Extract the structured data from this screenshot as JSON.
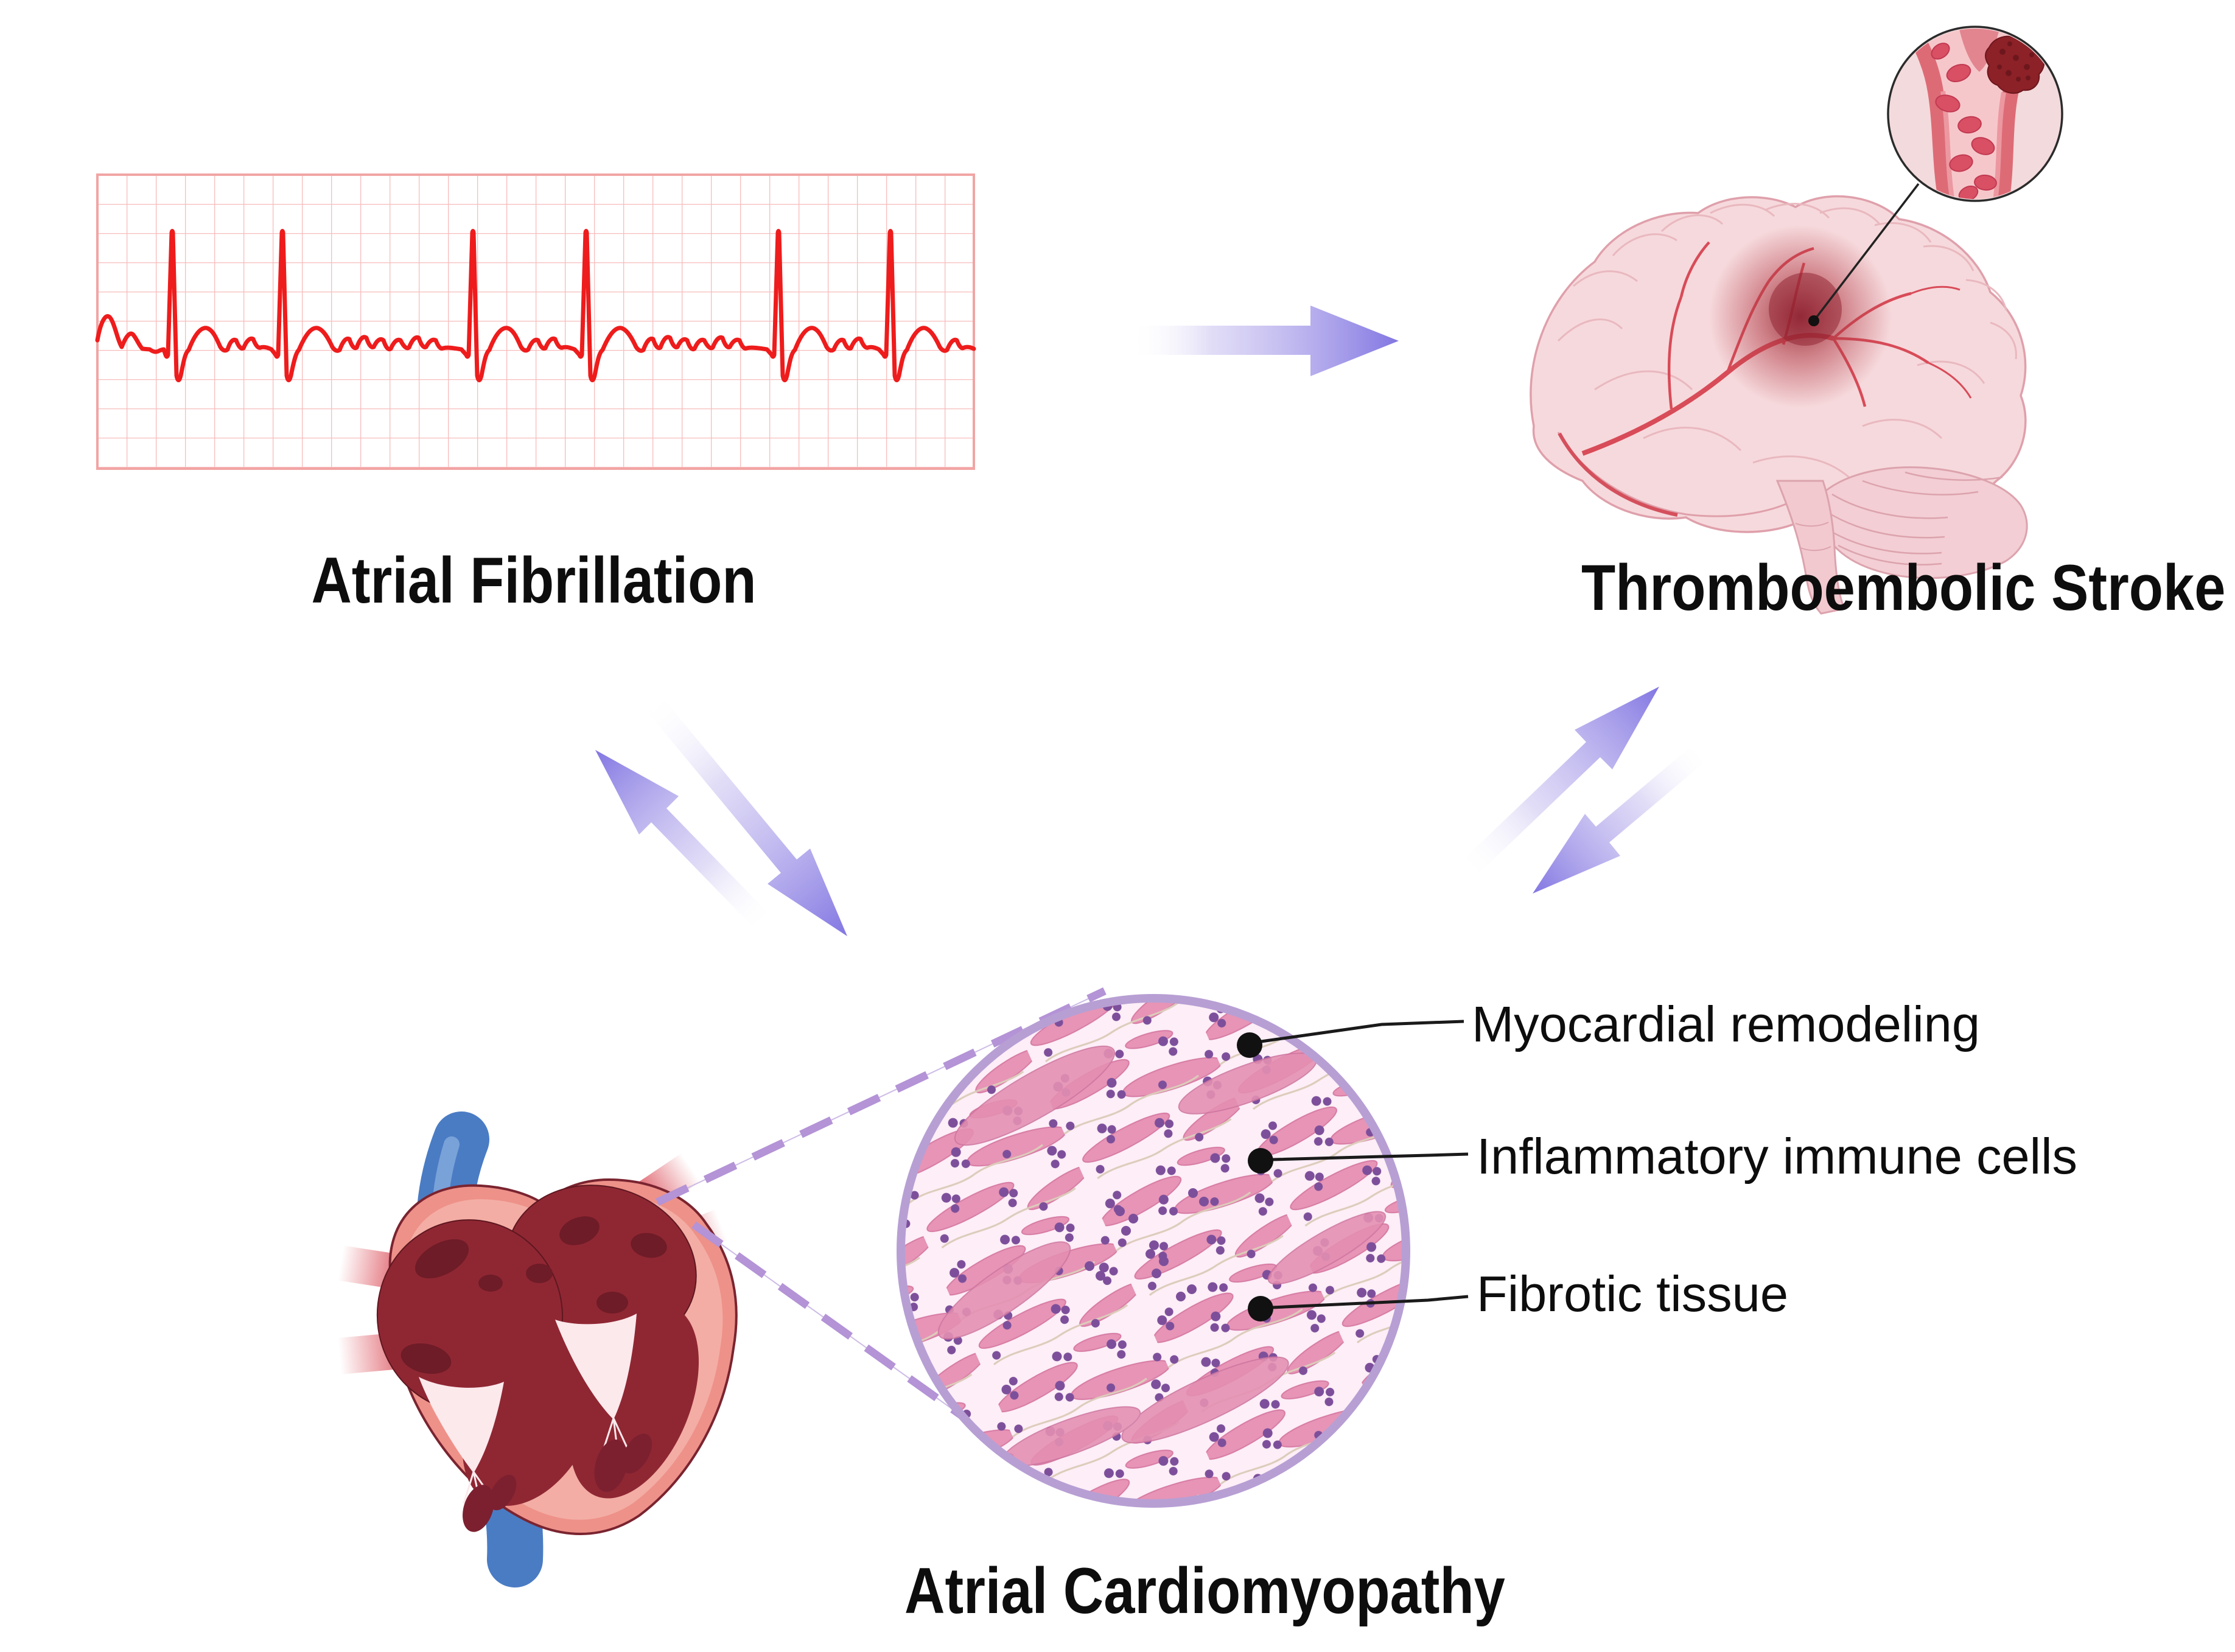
{
  "figure": {
    "nodes": {
      "afib": {
        "title": "Atrial Fibrillation"
      },
      "stroke": {
        "title": "Thromboembolic Stroke"
      },
      "cardiomyopathy": {
        "title": "Atrial Cardiomyopathy"
      }
    },
    "callouts": [
      {
        "label": "Myocardial remodeling"
      },
      {
        "label": "Inflammatory immune cells"
      },
      {
        "label": "Fibrotic tissue"
      }
    ],
    "illustrations": [
      {
        "name": "ecg-strip-icon"
      },
      {
        "name": "right-arrow-icon"
      },
      {
        "name": "brain-icon"
      },
      {
        "name": "vessel-clot-inset-icon"
      },
      {
        "name": "exchange-arrows-icon"
      },
      {
        "name": "heart-cross-section-icon"
      },
      {
        "name": "histology-magnifier-icon"
      }
    ],
    "colors": {
      "ecg_red": "#ee1c1c",
      "grid_pink": "#f8bcbc",
      "arrow_purple": "#8276e2",
      "dashed_purple": "#b493d6",
      "histology_border": "#b79fd4",
      "nuclei_purple": "#7d4f9b",
      "text_black": "#0d0d0d"
    }
  }
}
